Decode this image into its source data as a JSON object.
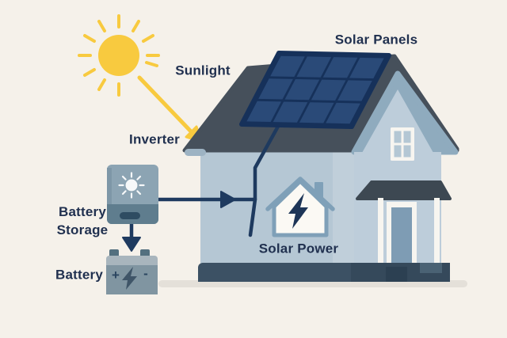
{
  "diagram_title_visible": false,
  "labels": {
    "sunlight": "Sunlight",
    "solar_panels": "Solar Panels",
    "inverter": "Inverter",
    "battery_storage_line1": "Battery",
    "battery_storage_line2": "Storage",
    "battery": "Battery",
    "solar_power": "Solar Power"
  },
  "battery_markings": {
    "plus": "+",
    "minus": "-"
  },
  "connections": [
    {
      "from": "sun",
      "to": "house-roof",
      "arrow_color": "#f8ca3f",
      "name": "sunlight-arrow"
    },
    {
      "from": "solar-panel",
      "to": "solar-power-junction",
      "arrow_color": "#1e3a5f",
      "name": "panel-wire"
    },
    {
      "from": "inverter",
      "to": "solar-power-junction",
      "arrow_color": "#1e3a5f",
      "name": "inverter-house-arrow"
    },
    {
      "from": "inverter",
      "to": "battery",
      "arrow_color": "#1e3a5f",
      "name": "inverter-battery-arrow"
    }
  ],
  "colors": {
    "background": "#f5f1ea",
    "text": "#20304f",
    "sun_yellow": "#f8ca3f",
    "roof_dark": "#46505b",
    "panel_frame": "#16315a",
    "panel_cell": "#2a4a78",
    "wall_main": "#b5c7d4",
    "wall_right": "#c0cfda",
    "gable_trim": "#8fabbe",
    "window_white": "#f7f5f0",
    "door_blue": "#7e9cb4",
    "awning_dark": "#3d4852",
    "foundation": "#3c5164",
    "ground_shadow": "#e4e0d9",
    "wire_navy": "#1e3a5f",
    "inverter_top": "#8ca4b3",
    "inverter_bottom": "#5f7d8e",
    "battery_body": "#8095a1",
    "battery_cap": "#a8b5bd",
    "icon_outline": "#7fa0b8",
    "icon_bolt": "#1d3557"
  }
}
